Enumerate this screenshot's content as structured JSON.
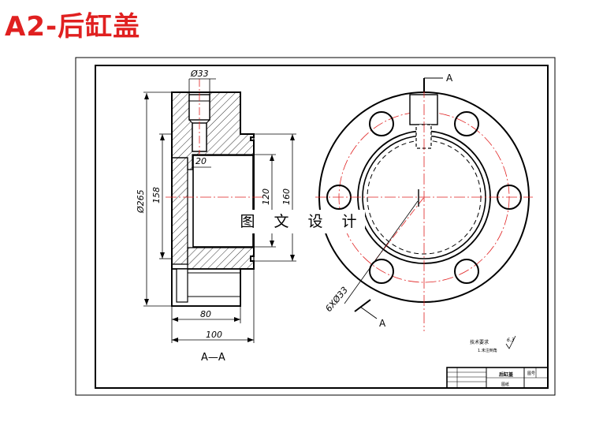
{
  "title": "A2-后缸盖",
  "watermark": "图 文 设 计",
  "section_view": {
    "label": "A—A",
    "dims": {
      "bore": "Ø33",
      "depth": "20",
      "outer_dia": "Ø265",
      "dia_158": "158",
      "dia_120": "120",
      "dia_160": "160",
      "len_80": "80",
      "len_100": "100"
    }
  },
  "front_view": {
    "section_mark_top": "A",
    "section_mark_bottom": "A",
    "holes_label": "6XØ33"
  },
  "notes": {
    "tech_req": "技术要求",
    "note_line": "1.未注倒角",
    "roughness": "6.3"
  },
  "title_block": {
    "part_name": "后缸盖",
    "drawing_no": "图号",
    "school": "图纸"
  }
}
